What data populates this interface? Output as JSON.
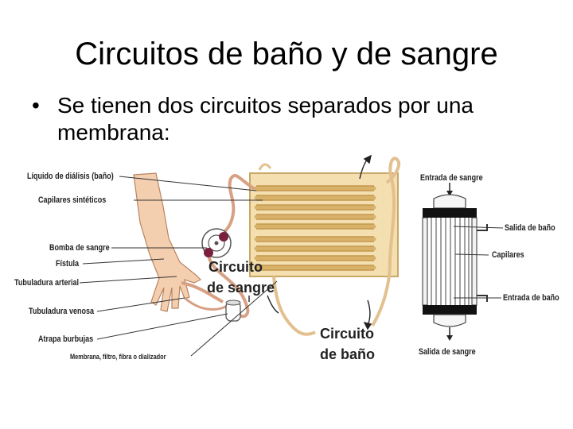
{
  "slide": {
    "title": "Circuitos de baño y de sangre",
    "bullet": "Se tienen dos circuitos separados por una membrana:",
    "bullet_symbol": "•"
  },
  "diagram": {
    "left_labels": [
      "Líquido de diálisis (baño)",
      "Capilares sintéticos",
      "Bomba de sangre",
      "Fístula",
      "Tubuladura arterial",
      "Tubuladura venosa",
      "Atrapa burbujas",
      "Membrana, filtro, fibra o dializador"
    ],
    "circuit_blood": [
      "Circuito",
      "de sangre"
    ],
    "circuit_bath": [
      "Circuito",
      "de baño"
    ],
    "right_labels": {
      "blood_in": "Entrada de sangre",
      "bath_out": "Salida de baño",
      "capillaries": "Capilares",
      "bath_in": "Entrada de baño",
      "blood_out": "Salida de sangre"
    },
    "colors": {
      "panel": "#f3dfb0",
      "panel_border": "#c9a865",
      "tube": "#e3c08f",
      "tube_red": "#c9504d",
      "skin": "#f2c7a4",
      "pump": "#7a1f3f"
    }
  }
}
